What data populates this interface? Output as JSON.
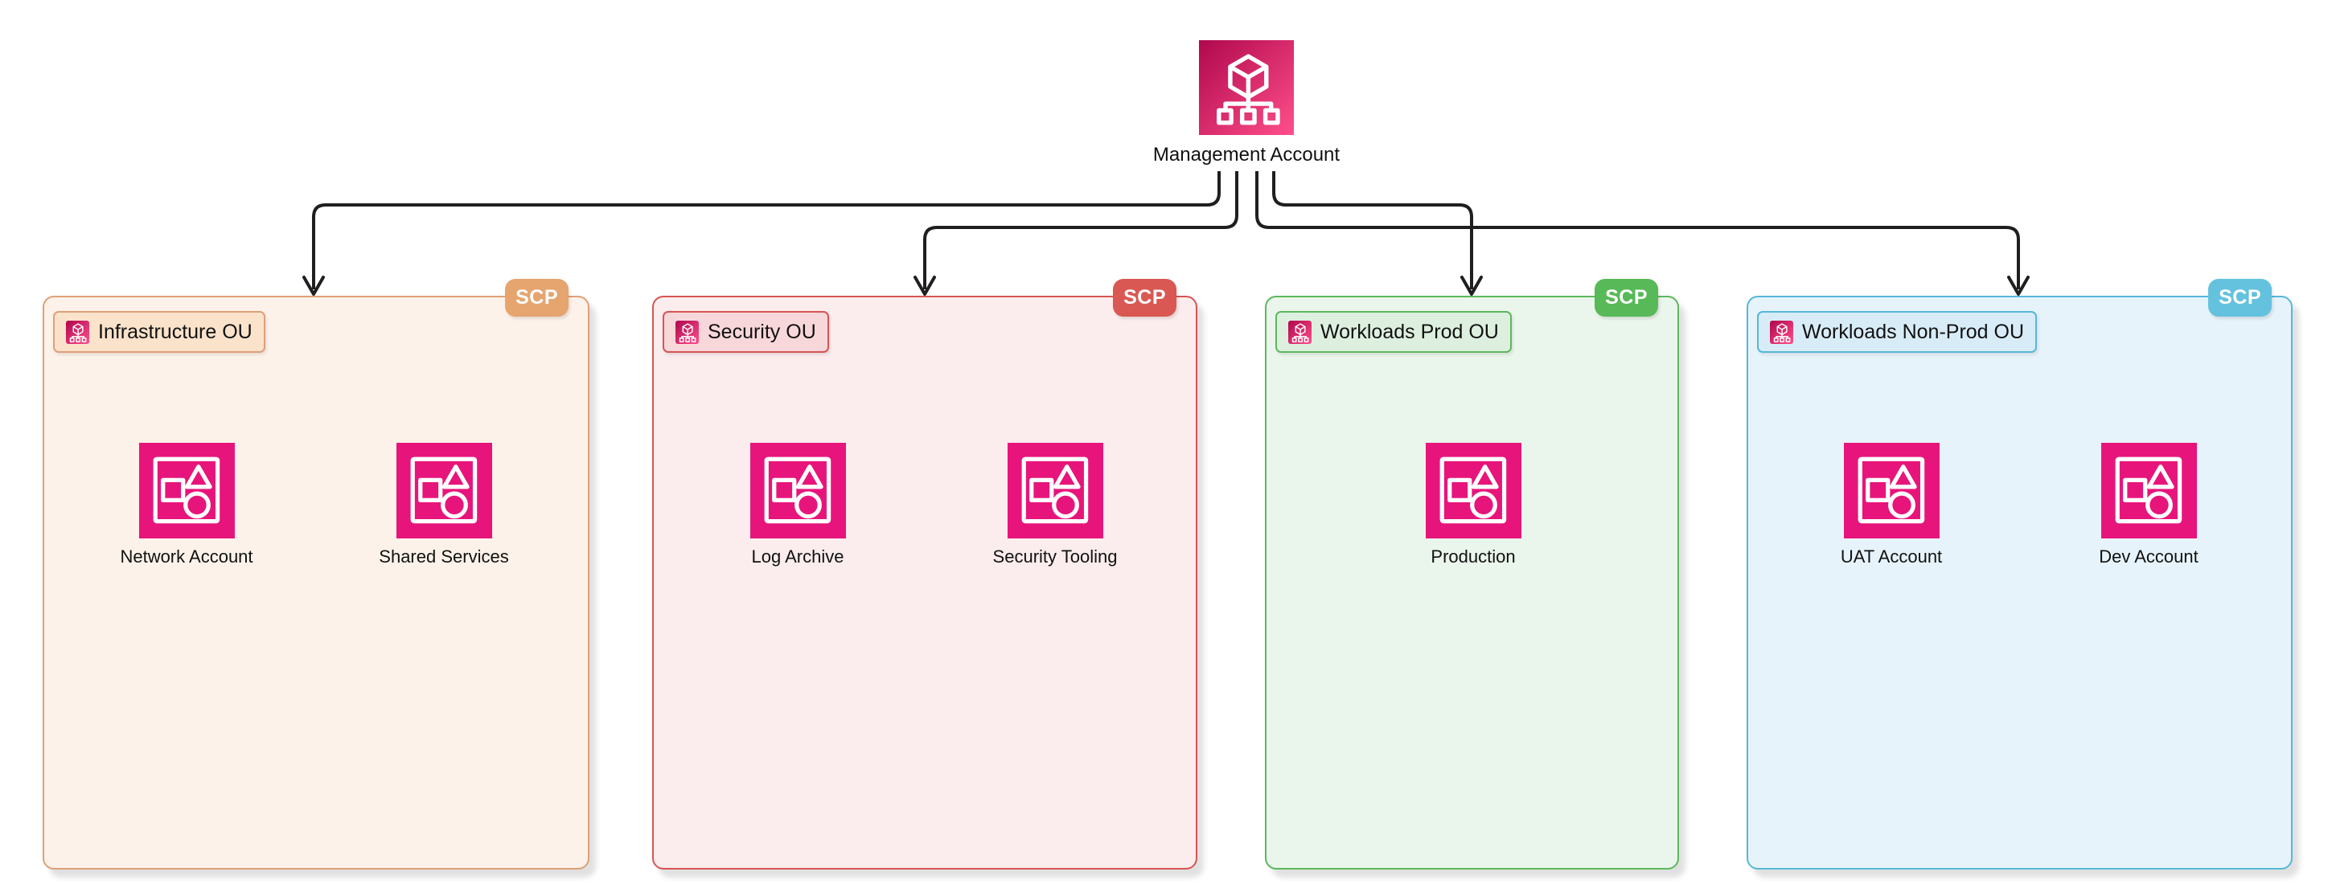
{
  "diagram": {
    "root_label": "Management Account",
    "ous": [
      {
        "label": "Infrastructure OU",
        "badge": "SCP",
        "accounts": [
          "Network Account",
          "Shared Services"
        ]
      },
      {
        "label": "Security OU",
        "badge": "SCP",
        "accounts": [
          "Log Archive",
          "Security Tooling"
        ]
      },
      {
        "label": "Workloads Prod OU",
        "badge": "SCP",
        "accounts": [
          "Production"
        ]
      },
      {
        "label": "Workloads Non-Prod OU",
        "badge": "SCP",
        "accounts": [
          "UAT Account",
          "Dev Account"
        ]
      }
    ],
    "colors": {
      "connector": "#1F1F1F",
      "account_icon": "#E7157B",
      "org_icon_gradient_start": "#B0084D",
      "org_icon_gradient_end": "#FF4F8B",
      "infrastructure_accent": "#DFA077",
      "security_accent": "#D65553",
      "workloads_prod_accent": "#5CB85C",
      "workloads_nonprod_accent": "#56B8D9"
    }
  }
}
